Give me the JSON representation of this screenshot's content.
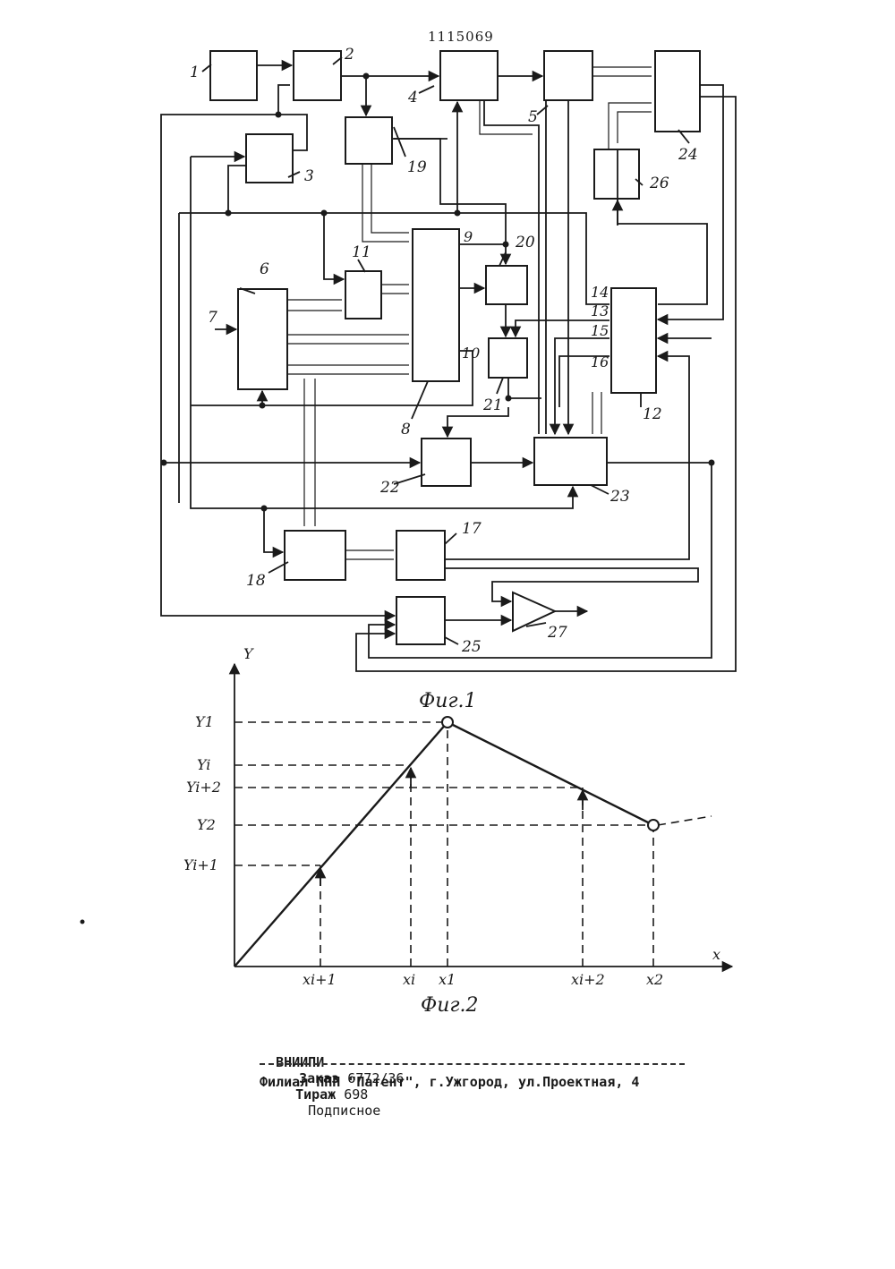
{
  "patent_number": "1115069",
  "figure1": {
    "caption": "Фиг.1",
    "block_labels": [
      "1",
      "2",
      "3",
      "4",
      "5",
      "6",
      "7",
      "8",
      "9",
      "10",
      "11",
      "12",
      "13",
      "14",
      "15",
      "16",
      "17",
      "18",
      "19",
      "20",
      "21",
      "22",
      "23",
      "24",
      "25",
      "26",
      "27"
    ]
  },
  "figure2": {
    "caption": "Фиг.2",
    "y_axis_label": "Y",
    "x_axis_label": "x",
    "y_ticks": [
      "Y1",
      "Yi",
      "Yi+2",
      "Y2",
      "Yi+1"
    ],
    "x_ticks": [
      "xi+1",
      "xi",
      "x1",
      "xi+2",
      "x2"
    ]
  },
  "footer": {
    "org": "ВНИИПИ",
    "order_label": "Заказ",
    "order_value": "6772/36",
    "circulation_label": "Тираж",
    "circulation_value": "698",
    "subscription": "Подписное",
    "branch": "Филиал ППП \"Патент\", г.Ужгород, ул.Проектная, 4"
  }
}
